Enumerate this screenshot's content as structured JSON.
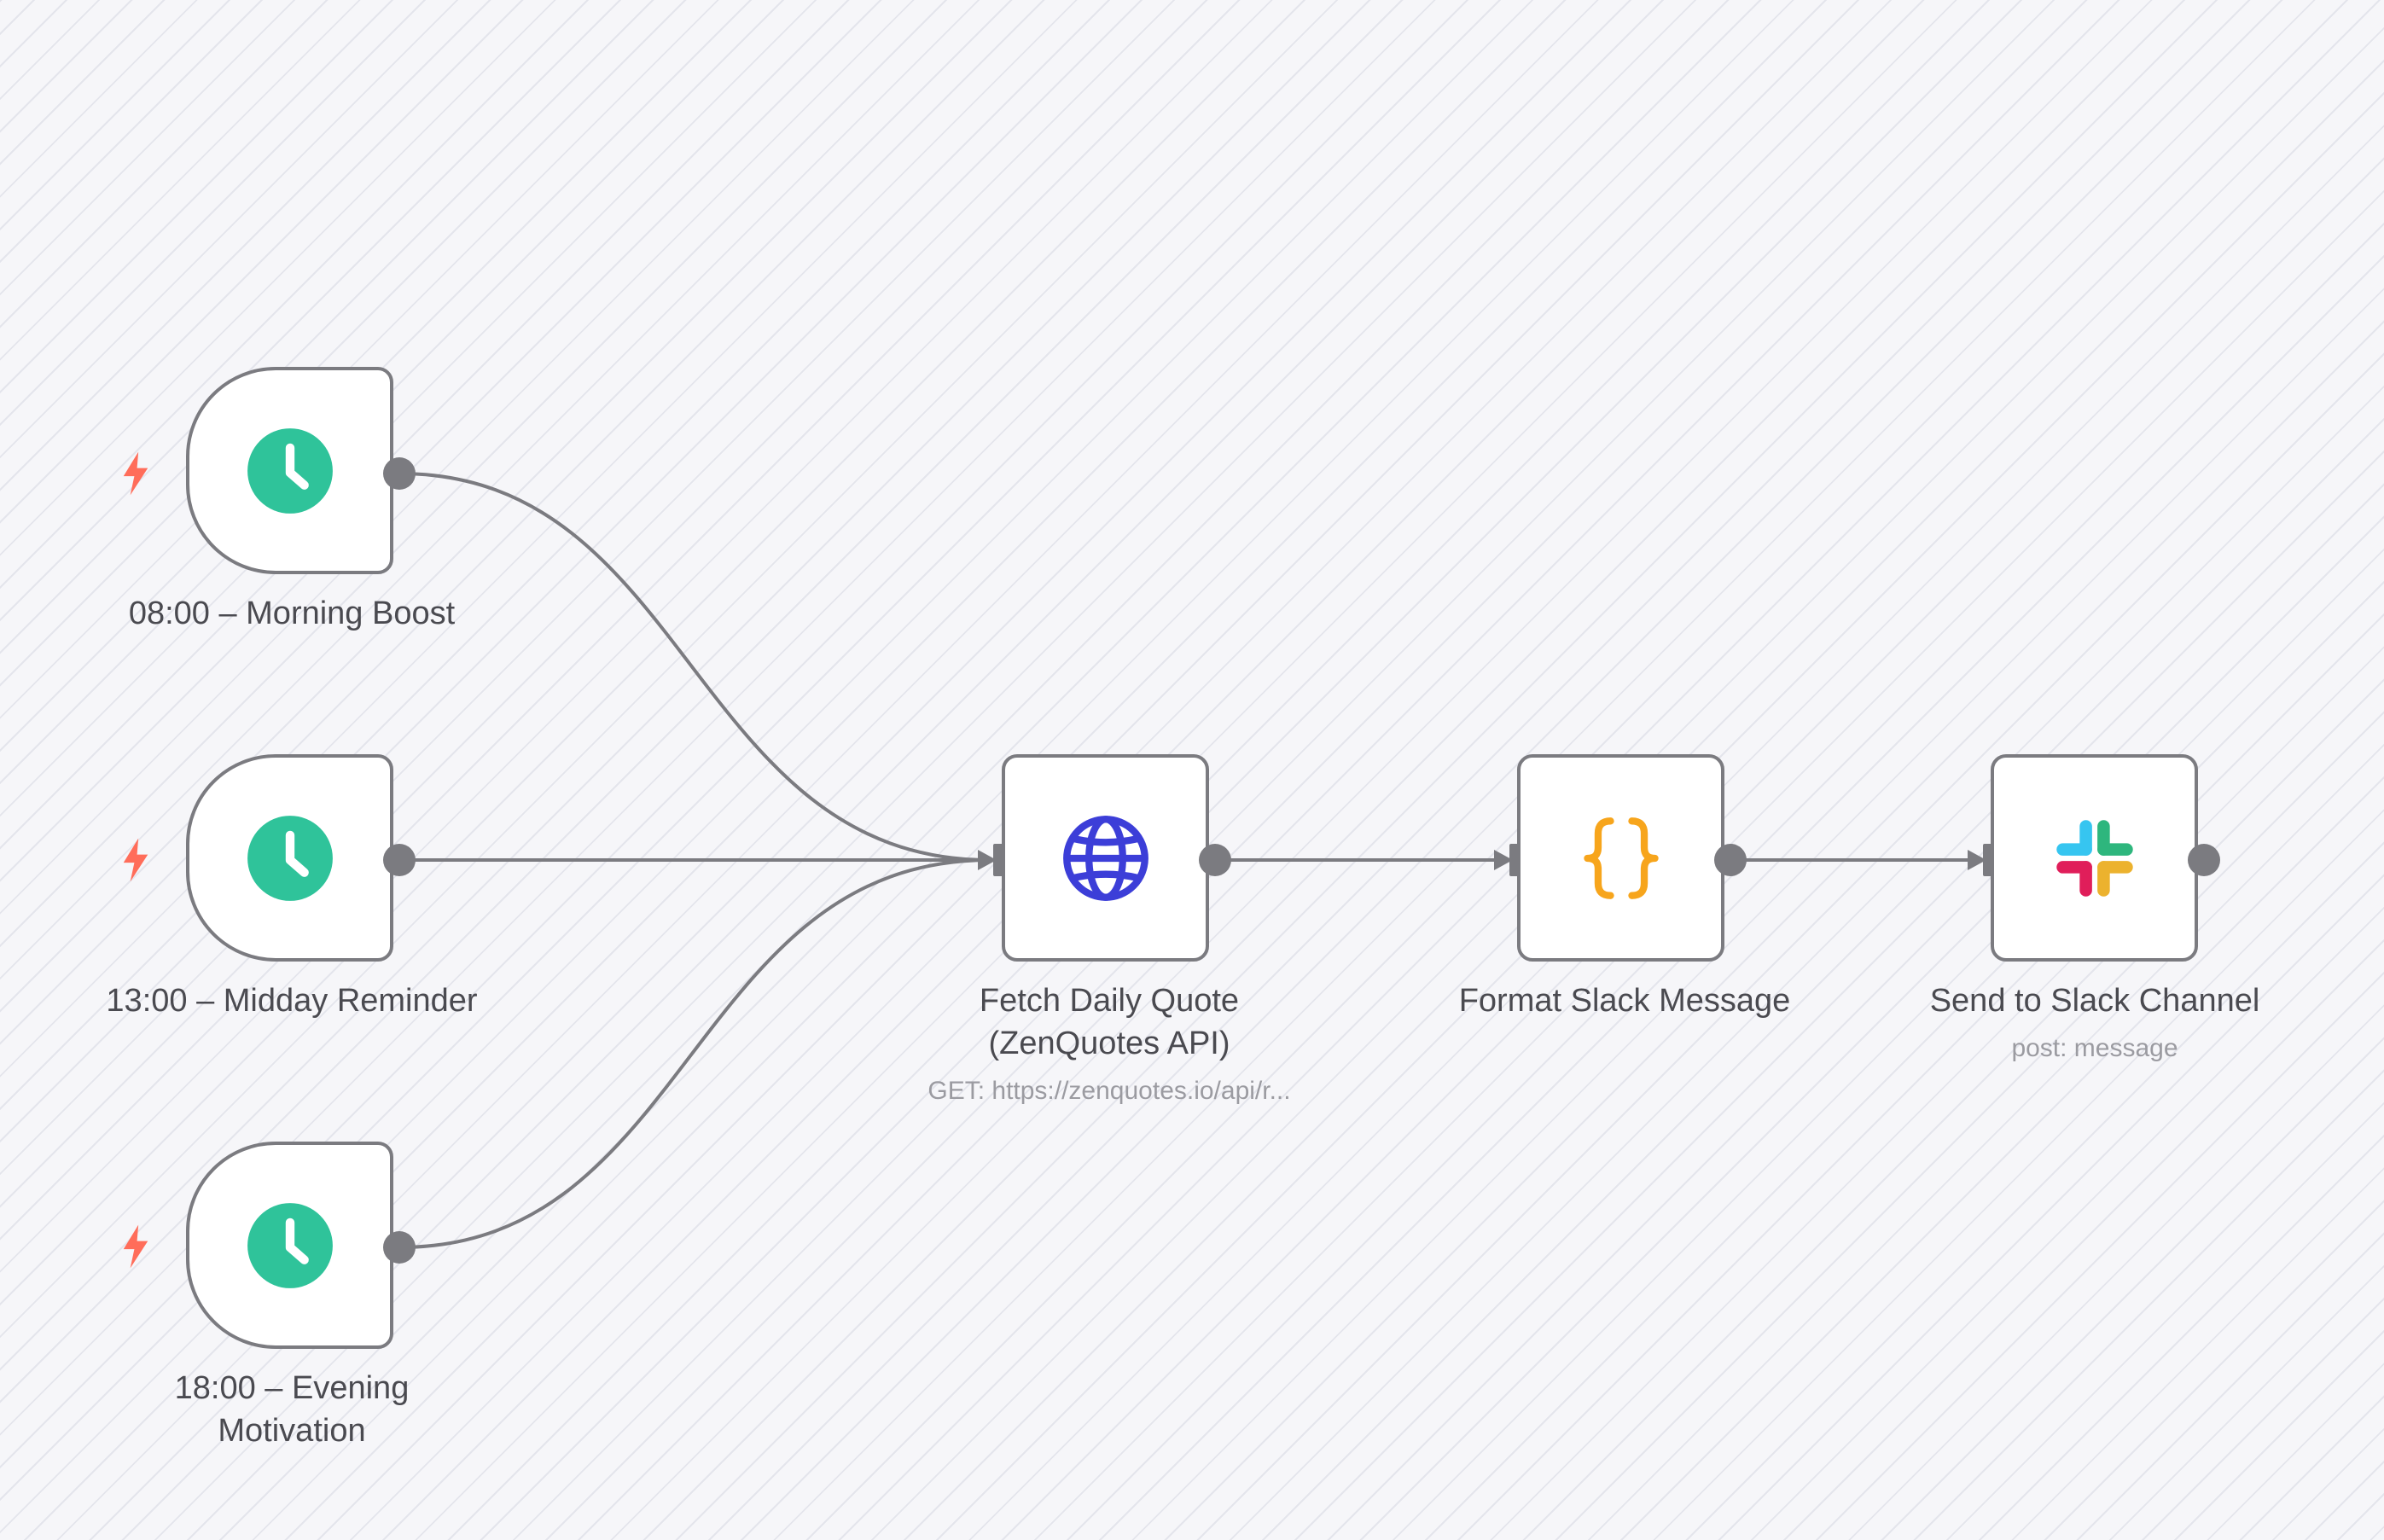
{
  "nodes": {
    "morning": {
      "label": "08:00 – Morning Boost",
      "icon": "clock-icon",
      "trigger": true
    },
    "midday": {
      "label": "13:00 – Midday Reminder",
      "icon": "clock-icon",
      "trigger": true
    },
    "evening": {
      "label": "18:00 – Evening Motivation",
      "icon": "clock-icon",
      "trigger": true
    },
    "fetch": {
      "label": "Fetch Daily Quote (ZenQuotes API)",
      "subtitle": "GET: https://zenquotes.io/api/r...",
      "icon": "globe-icon"
    },
    "format": {
      "label": "Format Slack Message",
      "icon": "curly-braces-icon"
    },
    "slack": {
      "label": "Send to Slack Channel",
      "subtitle": "post: message",
      "icon": "slack-icon"
    }
  },
  "colors": {
    "schedule_green": "#2fc39a",
    "trigger_bolt": "#ff6d5a",
    "http_blue": "#3c3ed8",
    "code_orange": "#f7a51c",
    "connector_gray": "#7b7b80",
    "slack_blue": "#36c5f0",
    "slack_green": "#2eb67d",
    "slack_yellow": "#ecb22e",
    "slack_red": "#e01e5a"
  }
}
